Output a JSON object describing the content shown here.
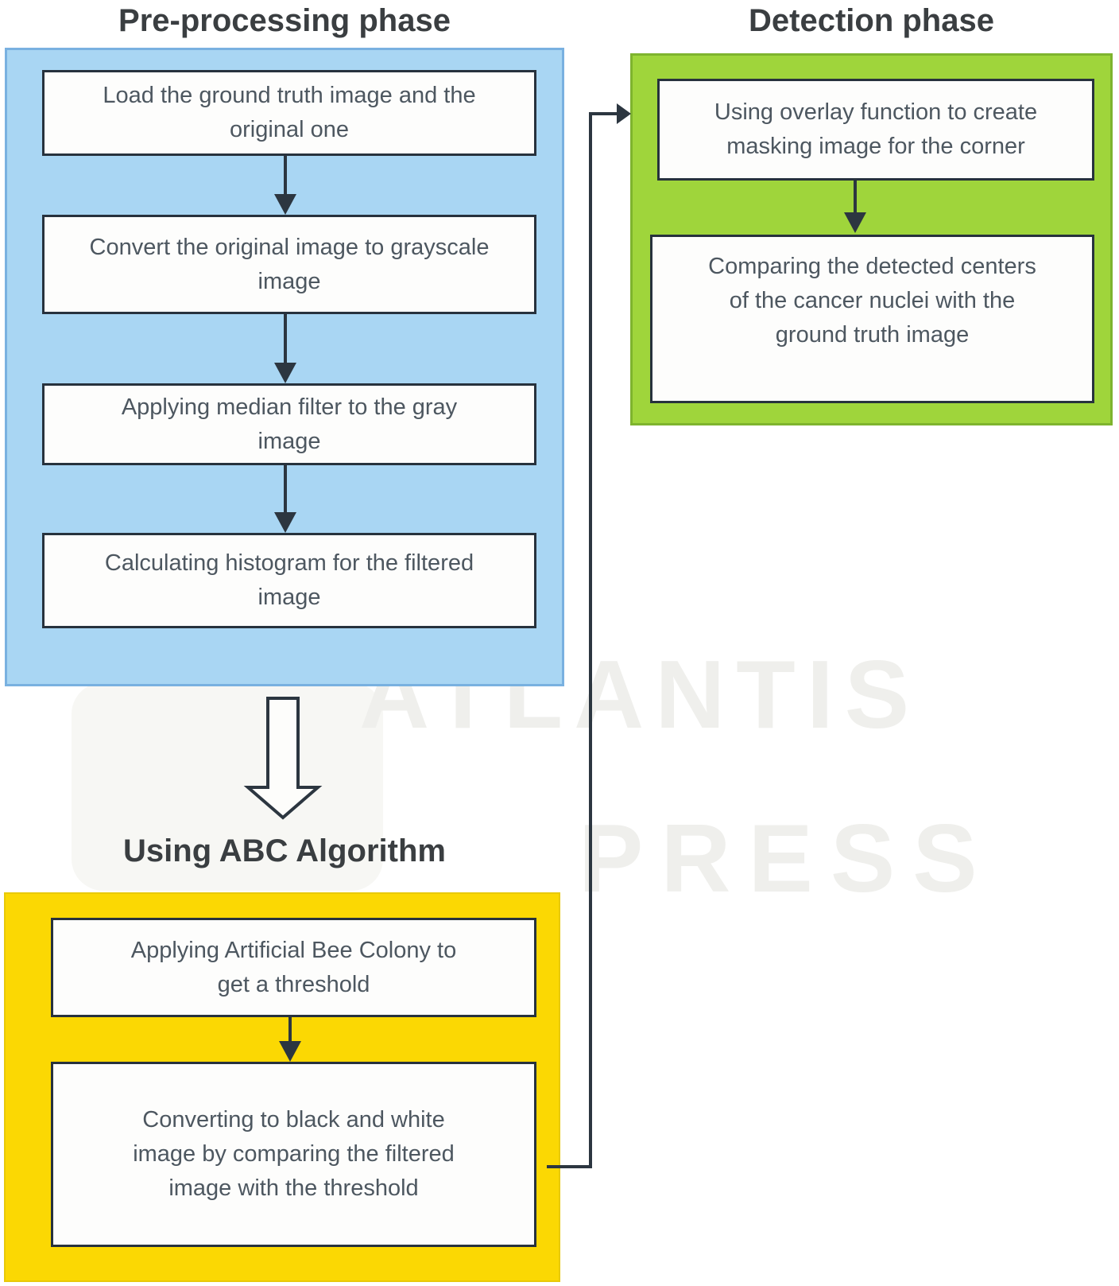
{
  "titles": {
    "preprocessing": "Pre-processing phase",
    "detection": "Detection phase",
    "abc": "Using ABC Algorithm"
  },
  "preprocessing_steps": [
    {
      "lines": [
        "Load the ground truth image and the",
        "original one"
      ]
    },
    {
      "lines": [
        "Convert the original image to grayscale",
        "image"
      ]
    },
    {
      "lines": [
        "Applying median filter to the gray",
        "image"
      ]
    },
    {
      "lines": [
        "Calculating histogram for the filtered",
        "image"
      ]
    }
  ],
  "abc_steps": [
    {
      "lines": [
        "Applying Artificial Bee Colony to",
        "get a threshold"
      ]
    },
    {
      "lines": [
        "Converting to black and white",
        "image by comparing the filtered",
        "image with the threshold"
      ]
    }
  ],
  "detection_steps": [
    {
      "lines": [
        "Using overlay function to create",
        "masking image for the corner"
      ]
    },
    {
      "lines": [
        "Comparing the detected centers",
        "of the cancer nuclei with the",
        "ground truth image"
      ]
    }
  ],
  "watermark": {
    "line1": "ATLANTIS",
    "line2": "PRESS"
  },
  "colors": {
    "background": "#ffffff",
    "blue_fill": "#a9d6f3",
    "blue_border": "#79b1e0",
    "green_fill": "#9fd53b",
    "green_border": "#7eb42e",
    "yellow_fill": "#fbd803",
    "yellow_border": "#e8c90a",
    "box_fill": "#fdfdfc",
    "box_border": "#27323d",
    "text": "#4d5760",
    "title": "#3a3e41",
    "arrow": "#2c3640",
    "watermark": "#efefec",
    "watermark_blob": "#f7f7f4"
  }
}
